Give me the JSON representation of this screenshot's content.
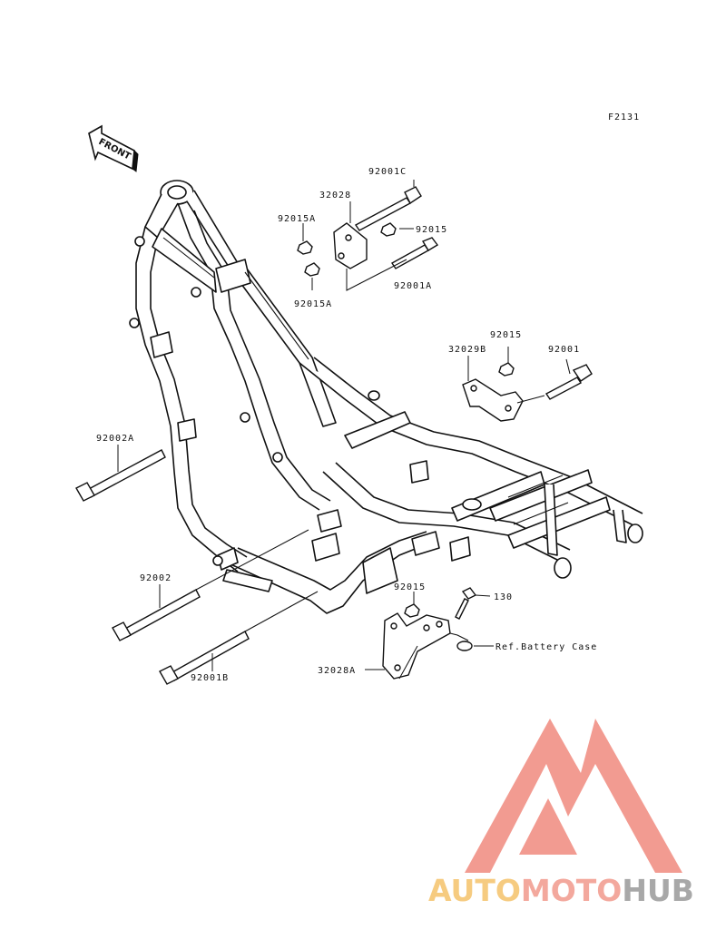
{
  "figure_code": "F2131",
  "front_label": "FRONT",
  "parts": [
    {
      "id": "p-92001c",
      "number": "92001C"
    },
    {
      "id": "p-32028",
      "number": "32028"
    },
    {
      "id": "p-92015a-1",
      "number": "92015A"
    },
    {
      "id": "p-92015-1",
      "number": "92015"
    },
    {
      "id": "p-92015a-2",
      "number": "92015A"
    },
    {
      "id": "p-92001a",
      "number": "92001A"
    },
    {
      "id": "p-92015-2",
      "number": "92015"
    },
    {
      "id": "p-32029b",
      "number": "32029B"
    },
    {
      "id": "p-92001",
      "number": "92001"
    },
    {
      "id": "p-92002a",
      "number": "92002A"
    },
    {
      "id": "p-92002",
      "number": "92002"
    },
    {
      "id": "p-92001b",
      "number": "92001B"
    },
    {
      "id": "p-92015-3",
      "number": "92015"
    },
    {
      "id": "p-130",
      "number": "130"
    },
    {
      "id": "p-ref",
      "number": "Ref.Battery Case"
    },
    {
      "id": "p-32028a",
      "number": "32028A"
    }
  ],
  "watermark": {
    "word_part1": "AUTO",
    "word_part2": "MOTO",
    "word_part3": "HUB",
    "color_part1": "#f5c36a",
    "color_part2": "#f19a8c",
    "color_part3": "#9a9a9a",
    "triangle_color": "#f08a7e"
  }
}
